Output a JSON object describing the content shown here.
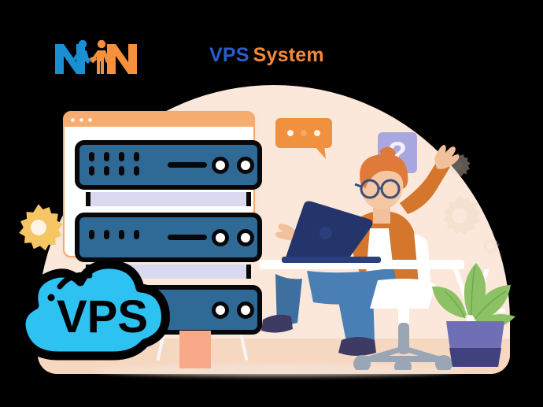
{
  "header": {
    "logo": {
      "name": "nn-handshake-logo",
      "letter_left": "N",
      "letter_right": "N",
      "color_blue": "#1b8fd4",
      "color_orange": "#f5903c"
    },
    "title": {
      "part_one": "VPS",
      "part_two": "System",
      "color_one": "#2a5ccc",
      "color_two": "#f5883a"
    }
  },
  "illustration": {
    "alt": "VPS server hosting illustration",
    "background": {
      "dome_color": "#fbe8da",
      "floor_color": "#f6d7c0"
    },
    "browser_window": {
      "name": "browser-window",
      "titlebar_color": "#f7ad71",
      "body_color": "#ffffff",
      "dot_count": 3
    },
    "server_rack": {
      "name": "server-rack",
      "unit_color": "#2f6a96",
      "outline_color": "#08080a",
      "gap_color": "#d9daf0",
      "units": [
        {
          "label": "server-unit-1",
          "led_rows": 2,
          "led_cols": 4,
          "has_dash": true,
          "knobs": 2
        },
        {
          "label": "server-unit-2",
          "led_rows": 1,
          "led_cols": 4,
          "has_dash": true,
          "knobs": 2
        },
        {
          "label": "server-unit-3",
          "led_rows": 0,
          "led_cols": 0,
          "has_dash": false,
          "knobs": 2
        }
      ]
    },
    "cloud_badge": {
      "name": "vps-cloud-badge",
      "label": "VPS",
      "fill_color": "#2ec2f3",
      "outline_color": "#000000"
    },
    "person": {
      "name": "person-at-desk",
      "hair_color": "#e07a3a",
      "jacket_color": "#d4762c",
      "shirt_color": "#ffffff",
      "pants_color": "#4a7fb5",
      "shoes_color": "#3d3a63",
      "glasses_color": "#3c4d7a",
      "pose": "arms-raised"
    },
    "laptop": {
      "name": "laptop",
      "color": "#23356b"
    },
    "desk": {
      "name": "desk",
      "color": "#ffffff"
    },
    "chair": {
      "name": "office-chair",
      "color": "#ffffff",
      "wheel_count": 3
    },
    "speech_bubble": {
      "name": "chat-bubble",
      "color": "#f0913f",
      "dot_count": 3
    },
    "question_bubble": {
      "name": "question-bubble",
      "color": "#a9a7e0",
      "glyph": "?"
    },
    "plant": {
      "name": "potted-plant",
      "leaf_color": "#8cc265",
      "pot_color": "#6f6fb5",
      "pot_shadow_color": "#4a4a8f"
    },
    "gears": [
      {
        "name": "gear-accent-left",
        "color": "#f6c665",
        "size": 62
      },
      {
        "name": "gear-background-1",
        "color": "#eedac6",
        "size": 58
      },
      {
        "name": "gear-background-2",
        "color": "#eedac6",
        "size": 34
      },
      {
        "name": "gear-background-3",
        "color": "#eedac6",
        "size": 26
      }
    ]
  }
}
